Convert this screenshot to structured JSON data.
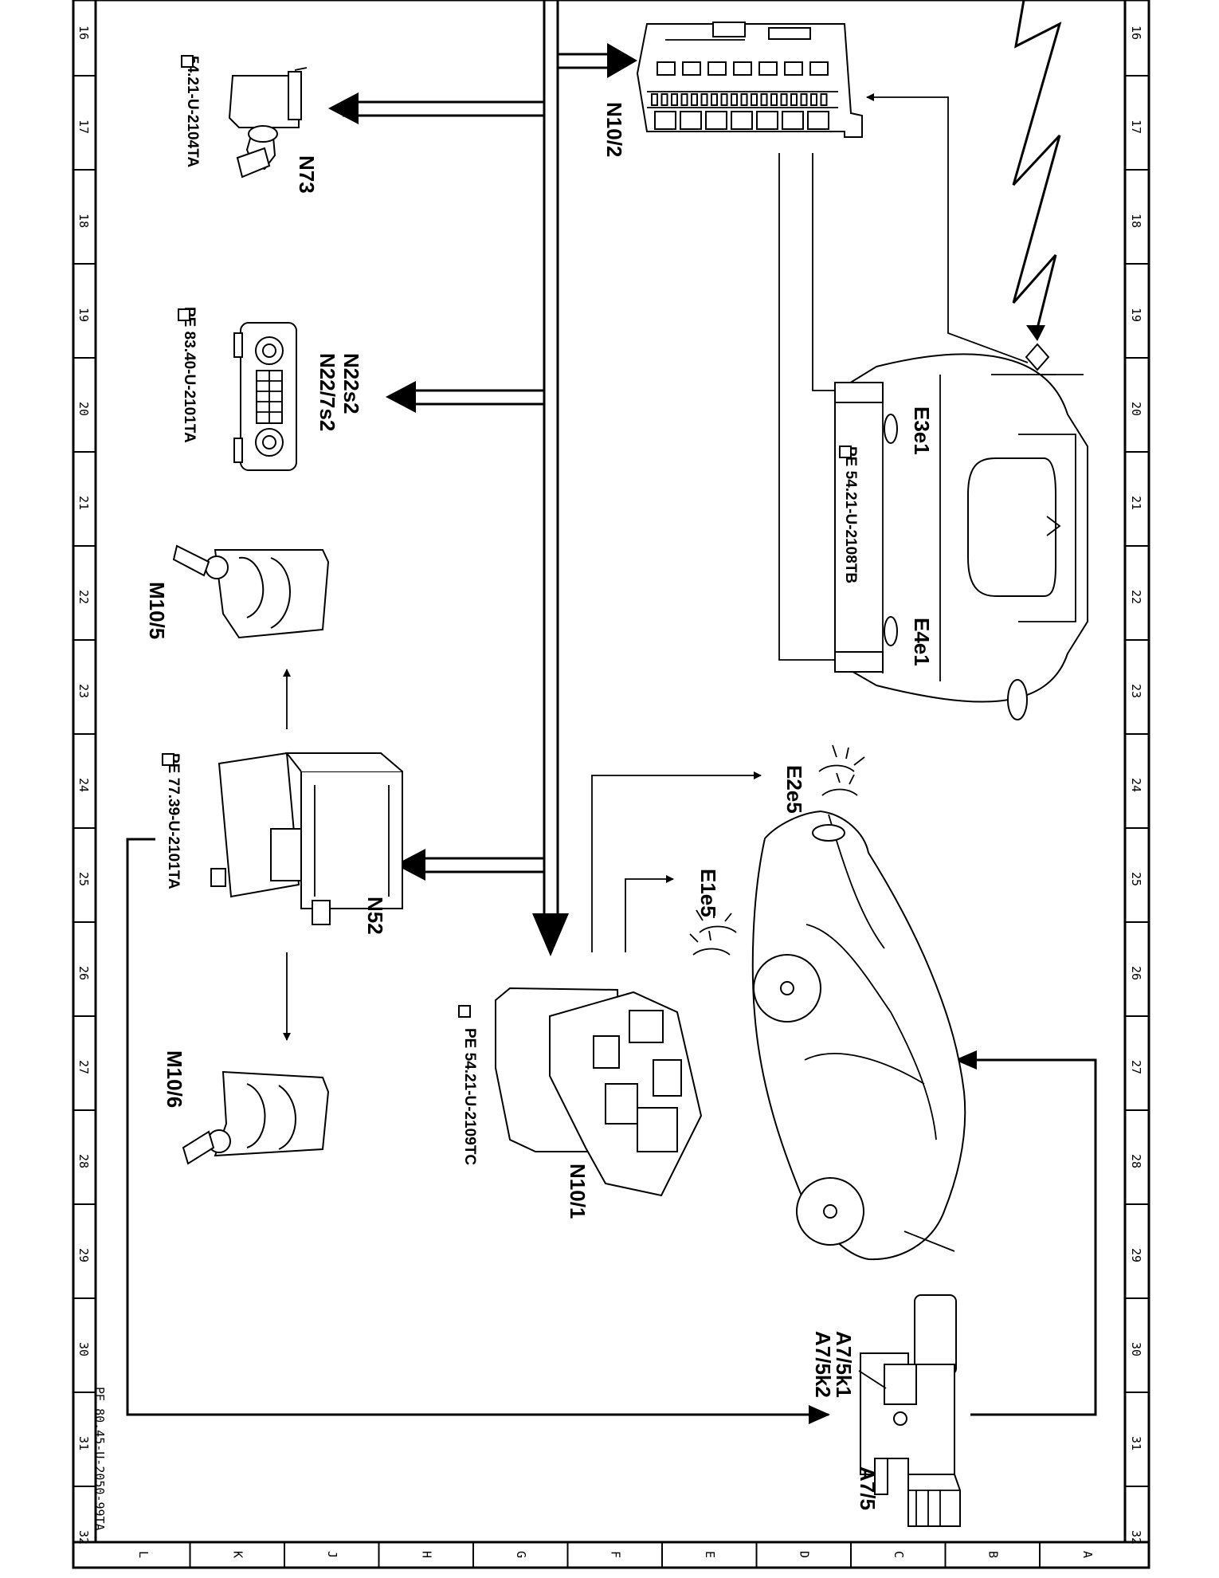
{
  "frame": {
    "row_numbers": [
      "16",
      "17",
      "18",
      "19",
      "20",
      "21",
      "22",
      "23",
      "24",
      "25",
      "26",
      "27",
      "28",
      "29",
      "30",
      "31",
      "32"
    ],
    "column_letters": [
      "L",
      "K",
      "J",
      "H",
      "G",
      "F",
      "E",
      "D",
      "C",
      "B",
      "A"
    ],
    "document_id": "PE 80.45-U-2050-99TA"
  },
  "components": {
    "n73": {
      "label": "N73",
      "ref": "54.21-U-2104TA"
    },
    "n22": {
      "label1": "N22s2",
      "label2": "N22/7s2",
      "ref": "PE 83.40-U-2101TA"
    },
    "m10_5": {
      "label": "M10/5"
    },
    "n52": {
      "label": "N52",
      "ref": "PE 77.39-U-2101TA"
    },
    "m10_6": {
      "label": "M10/6"
    },
    "n10_2": {
      "label": "N10/2"
    },
    "rear": {
      "e3e1": "E3e1",
      "e4e1": "E4e1",
      "ref": "PE 54.21-U-2108TB"
    },
    "n10_1": {
      "label": "N10/1",
      "ref": "PE 54.21-U-2109TC"
    },
    "e2e5": {
      "label": "E2e5"
    },
    "e1e5": {
      "label": "E1e5"
    },
    "a7_5": {
      "label": "A7/5",
      "k1": "A7/5k1",
      "k2": "A7/5k2"
    }
  }
}
